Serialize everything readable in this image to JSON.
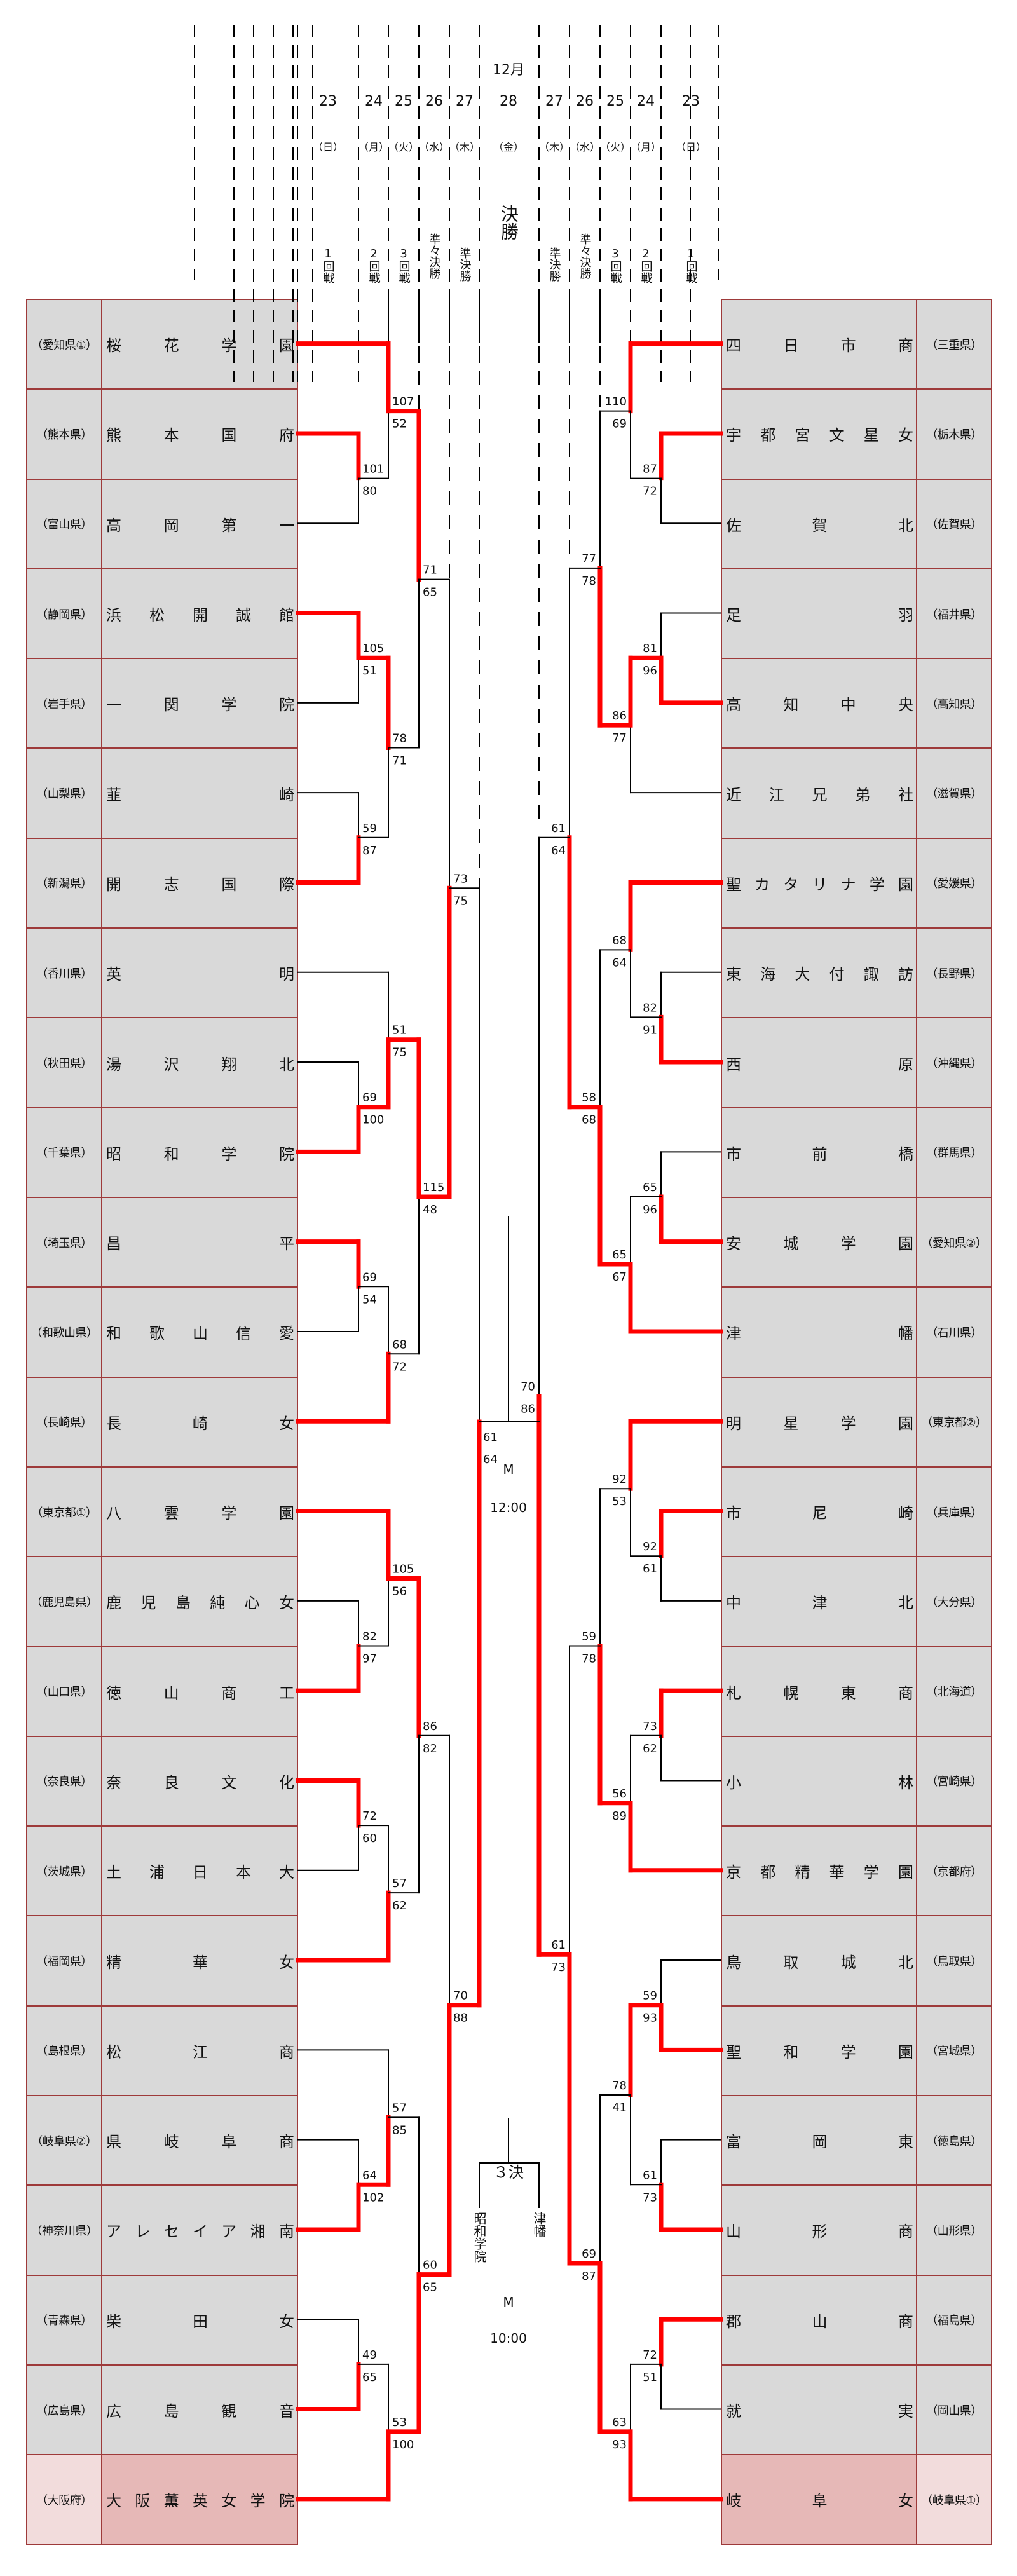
{
  "header": {
    "month": "12月",
    "columns": [
      {
        "side": "left",
        "day": "23",
        "dow": "（日）",
        "round": "1回戦"
      },
      {
        "side": "left",
        "day": "24",
        "dow": "（月）",
        "round": "2回戦"
      },
      {
        "side": "left",
        "day": "25",
        "dow": "（火）",
        "round": "3回戦"
      },
      {
        "side": "left",
        "day": "26",
        "dow": "（水）",
        "round": "準々決勝"
      },
      {
        "side": "left",
        "day": "27",
        "dow": "（木）",
        "round": "準決勝"
      },
      {
        "side": "center",
        "day": "28",
        "dow": "（金）",
        "round": "決勝"
      },
      {
        "side": "right",
        "day": "27",
        "dow": "（木）",
        "round": "準決勝"
      },
      {
        "side": "right",
        "day": "26",
        "dow": "（水）",
        "round": "準々決勝"
      },
      {
        "side": "right",
        "day": "25",
        "dow": "（火）",
        "round": "3回戦"
      },
      {
        "side": "right",
        "day": "24",
        "dow": "（月）",
        "round": "2回戦"
      },
      {
        "side": "right",
        "day": "23",
        "dow": "（日）",
        "round": "1回戦"
      }
    ]
  },
  "left_teams": [
    {
      "pref": "（愛知県①）",
      "name": "桜花学園"
    },
    {
      "pref": "（熊本県）",
      "name": "熊本国府"
    },
    {
      "pref": "（富山県）",
      "name": "高岡第一"
    },
    {
      "pref": "（静岡県）",
      "name": "浜松開誠館"
    },
    {
      "pref": "（岩手県）",
      "name": "一関学院"
    },
    {
      "pref": "（山梨県）",
      "name": "韮崎",
      "spread": true
    },
    {
      "pref": "（新潟県）",
      "name": "開志国際"
    },
    {
      "pref": "（香川県）",
      "name": "英明",
      "spread": true
    },
    {
      "pref": "（秋田県）",
      "name": "湯沢翔北"
    },
    {
      "pref": "（千葉県）",
      "name": "昭和学院"
    },
    {
      "pref": "（埼玉県）",
      "name": "昌平",
      "spread": true
    },
    {
      "pref": "（和歌山県）",
      "name": "和歌山信愛"
    },
    {
      "pref": "（長崎県）",
      "name": "長崎女"
    },
    {
      "pref": "（東京都①）",
      "name": "八雲学園"
    },
    {
      "pref": "（鹿児島県）",
      "name": "鹿児島純心女"
    },
    {
      "pref": "（山口県）",
      "name": "徳山商工"
    },
    {
      "pref": "（奈良県）",
      "name": "奈良文化"
    },
    {
      "pref": "（茨城県）",
      "name": "土浦日本大"
    },
    {
      "pref": "（福岡県）",
      "name": "精華女"
    },
    {
      "pref": "（島根県）",
      "name": "松江商"
    },
    {
      "pref": "（岐阜県②）",
      "name": "県岐阜商"
    },
    {
      "pref": "（神奈川県）",
      "name": "アレセイア湘南"
    },
    {
      "pref": "（青森県）",
      "name": "柴田女"
    },
    {
      "pref": "（広島県）",
      "name": "広島観音"
    },
    {
      "pref": "（大阪府）",
      "name": "大阪薫英女学院",
      "champion_side": true
    }
  ],
  "right_teams": [
    {
      "pref": "（三重県）",
      "name": "四日市商"
    },
    {
      "pref": "（栃木県）",
      "name": "宇都宮文星女"
    },
    {
      "pref": "（佐賀県）",
      "name": "佐賀北"
    },
    {
      "pref": "（福井県）",
      "name": "足羽",
      "spread": true
    },
    {
      "pref": "（高知県）",
      "name": "高知中央"
    },
    {
      "pref": "（滋賀県）",
      "name": "近江兄弟社"
    },
    {
      "pref": "（愛媛県）",
      "name": "聖カタリナ学園"
    },
    {
      "pref": "（長野県）",
      "name": "東海大付諏訪"
    },
    {
      "pref": "（沖縄県）",
      "name": "西原",
      "spread": true
    },
    {
      "pref": "（群馬県）",
      "name": "市前橋"
    },
    {
      "pref": "（愛知県②）",
      "name": "安城学園"
    },
    {
      "pref": "（石川県）",
      "name": "津幡",
      "spread": true
    },
    {
      "pref": "（東京都②）",
      "name": "明星学園"
    },
    {
      "pref": "（兵庫県）",
      "name": "市尼崎"
    },
    {
      "pref": "（大分県）",
      "name": "中津北"
    },
    {
      "pref": "（北海道）",
      "name": "札幌東商"
    },
    {
      "pref": "（宮崎県）",
      "name": "小林",
      "spread": true
    },
    {
      "pref": "（京都府）",
      "name": "京都精華学園"
    },
    {
      "pref": "（鳥取県）",
      "name": "鳥取城北"
    },
    {
      "pref": "（宮城県）",
      "name": "聖和学園"
    },
    {
      "pref": "（徳島県）",
      "name": "富岡東"
    },
    {
      "pref": "（山形県）",
      "name": "山形商"
    },
    {
      "pref": "（福島県）",
      "name": "郡山商"
    },
    {
      "pref": "（岡山県）",
      "name": "就実",
      "spread": true
    },
    {
      "pref": "（岐阜県①）",
      "name": "岐阜女",
      "champion_side": true
    }
  ],
  "left_matches": [
    {
      "id": "L1",
      "level": 1,
      "a": "t1",
      "b": "t2",
      "sa": 101,
      "sb": 80
    },
    {
      "id": "L2",
      "level": 2,
      "a": "t0",
      "b": "L1",
      "sa": 107,
      "sb": 52
    },
    {
      "id": "L3",
      "level": 1,
      "a": "t3",
      "b": "t4",
      "sa": 105,
      "sb": 51
    },
    {
      "id": "L4",
      "level": 1,
      "a": "t5",
      "b": "t6",
      "sa": 59,
      "sb": 87
    },
    {
      "id": "L5",
      "level": 2,
      "a": "L3",
      "b": "L4",
      "sa": 78,
      "sb": 71
    },
    {
      "id": "L6",
      "level": 3,
      "a": "L2",
      "b": "L5",
      "sa": 71,
      "sb": 65
    },
    {
      "id": "L7",
      "level": 1,
      "a": "t8",
      "b": "t9",
      "sa": 69,
      "sb": 100
    },
    {
      "id": "L8",
      "level": 2,
      "a": "t7",
      "b": "L7",
      "sa": 51,
      "sb": 75
    },
    {
      "id": "L9",
      "level": 1,
      "a": "t10",
      "b": "t11",
      "sa": 69,
      "sb": 54
    },
    {
      "id": "L10",
      "level": 2,
      "a": "L9",
      "b": "t12",
      "sa": 68,
      "sb": 72
    },
    {
      "id": "L11",
      "level": 3,
      "a": "L8",
      "b": "L10",
      "sa": 115,
      "sb": 48
    },
    {
      "id": "L12",
      "level": 4,
      "a": "L6",
      "b": "L11",
      "sa": 73,
      "sb": 75
    },
    {
      "id": "L13",
      "level": 1,
      "a": "t14",
      "b": "t15",
      "sa": 82,
      "sb": 97
    },
    {
      "id": "L14",
      "level": 2,
      "a": "t13",
      "b": "L13",
      "sa": 105,
      "sb": 56
    },
    {
      "id": "L15",
      "level": 1,
      "a": "t16",
      "b": "t17",
      "sa": 72,
      "sb": 60
    },
    {
      "id": "L16",
      "level": 2,
      "a": "L15",
      "b": "t18",
      "sa": 57,
      "sb": 62
    },
    {
      "id": "L17",
      "level": 3,
      "a": "L14",
      "b": "L16",
      "sa": 86,
      "sb": 82
    },
    {
      "id": "L18",
      "level": 1,
      "a": "t20",
      "b": "t21",
      "sa": 64,
      "sb": 102
    },
    {
      "id": "L19",
      "level": 2,
      "a": "t19",
      "b": "L18",
      "sa": 57,
      "sb": 85
    },
    {
      "id": "L20",
      "level": 1,
      "a": "t22",
      "b": "t23",
      "sa": 49,
      "sb": 65
    },
    {
      "id": "L21",
      "level": 2,
      "a": "L20",
      "b": "t24",
      "sa": 53,
      "sb": 100
    },
    {
      "id": "L22",
      "level": 3,
      "a": "L19",
      "b": "L21",
      "sa": 60,
      "sb": 65
    },
    {
      "id": "L23",
      "level": 4,
      "a": "L17",
      "b": "L22",
      "sa": 70,
      "sb": 88
    },
    {
      "id": "L24",
      "level": 5,
      "a": "L12",
      "b": "L23",
      "sa": 61,
      "sb": 64
    }
  ],
  "right_matches": [
    {
      "id": "R1",
      "level": 1,
      "a": "t1",
      "b": "t2",
      "sa": 87,
      "sb": 72
    },
    {
      "id": "R2",
      "level": 2,
      "a": "t0",
      "b": "R1",
      "sa": 110,
      "sb": 69
    },
    {
      "id": "R3",
      "level": 1,
      "a": "t3",
      "b": "t4",
      "sa": 81,
      "sb": 96
    },
    {
      "id": "R4",
      "level": 2,
      "a": "R3",
      "b": "t5",
      "sa": 86,
      "sb": 77
    },
    {
      "id": "R5",
      "level": 3,
      "a": "R2",
      "b": "R4",
      "sa": 77,
      "sb": 78
    },
    {
      "id": "R6",
      "level": 1,
      "a": "t7",
      "b": "t8",
      "sa": 82,
      "sb": 91
    },
    {
      "id": "R7",
      "level": 2,
      "a": "t6",
      "b": "R6",
      "sa": 68,
      "sb": 64
    },
    {
      "id": "R8",
      "level": 1,
      "a": "t9",
      "b": "t10",
      "sa": 65,
      "sb": 96
    },
    {
      "id": "R9",
      "level": 2,
      "a": "R8",
      "b": "t11",
      "sa": 65,
      "sb": 67
    },
    {
      "id": "R10",
      "level": 3,
      "a": "R7",
      "b": "R9",
      "sa": 58,
      "sb": 68
    },
    {
      "id": "R11",
      "level": 4,
      "a": "R5",
      "b": "R10",
      "sa": 61,
      "sb": 64
    },
    {
      "id": "R12",
      "level": 1,
      "a": "t13",
      "b": "t14",
      "sa": 92,
      "sb": 61
    },
    {
      "id": "R13",
      "level": 2,
      "a": "t12",
      "b": "R12",
      "sa": 92,
      "sb": 53
    },
    {
      "id": "R14",
      "level": 1,
      "a": "t15",
      "b": "t16",
      "sa": 73,
      "sb": 62
    },
    {
      "id": "R15",
      "level": 2,
      "a": "R14",
      "b": "t17",
      "sa": 56,
      "sb": 89
    },
    {
      "id": "R16",
      "level": 3,
      "a": "R13",
      "b": "R15",
      "sa": 59,
      "sb": 78
    },
    {
      "id": "R17",
      "level": 1,
      "a": "t18",
      "b": "t19",
      "sa": 59,
      "sb": 93
    },
    {
      "id": "R18",
      "level": 1,
      "a": "t20",
      "b": "t21",
      "sa": 61,
      "sb": 73
    },
    {
      "id": "R19",
      "level": 2,
      "a": "R17",
      "b": "R18",
      "sa": 78,
      "sb": 41
    },
    {
      "id": "R20",
      "level": 1,
      "a": "t22",
      "b": "t23",
      "sa": 72,
      "sb": 51
    },
    {
      "id": "R21",
      "level": 2,
      "a": "R20",
      "b": "t24",
      "sa": 63,
      "sb": 93
    },
    {
      "id": "R22",
      "level": 3,
      "a": "R19",
      "b": "R21",
      "sa": 69,
      "sb": 87
    },
    {
      "id": "R23",
      "level": 4,
      "a": "R16",
      "b": "R22",
      "sa": 61,
      "sb": 73
    },
    {
      "id": "R24",
      "level": 5,
      "a": "R11",
      "b": "R23",
      "sa": 70,
      "sb": 86
    }
  ],
  "final": {
    "label": "M",
    "time": "12:00",
    "left_finalist": "大阪薫英女学院",
    "right_finalist": "岐阜女"
  },
  "third_place": {
    "title": "３決",
    "left_team": "昭和学院",
    "right_team": "津幡",
    "label": "M",
    "time": "10:00"
  },
  "colors": {
    "winner_line": "#ff0000",
    "loser_line": "#000000",
    "cell_bg": "#d9d9d9",
    "cell_border": "#9e3a3a",
    "champion_name_bg": "#e6b8b7",
    "champion_pref_bg": "#f2dcdc"
  }
}
